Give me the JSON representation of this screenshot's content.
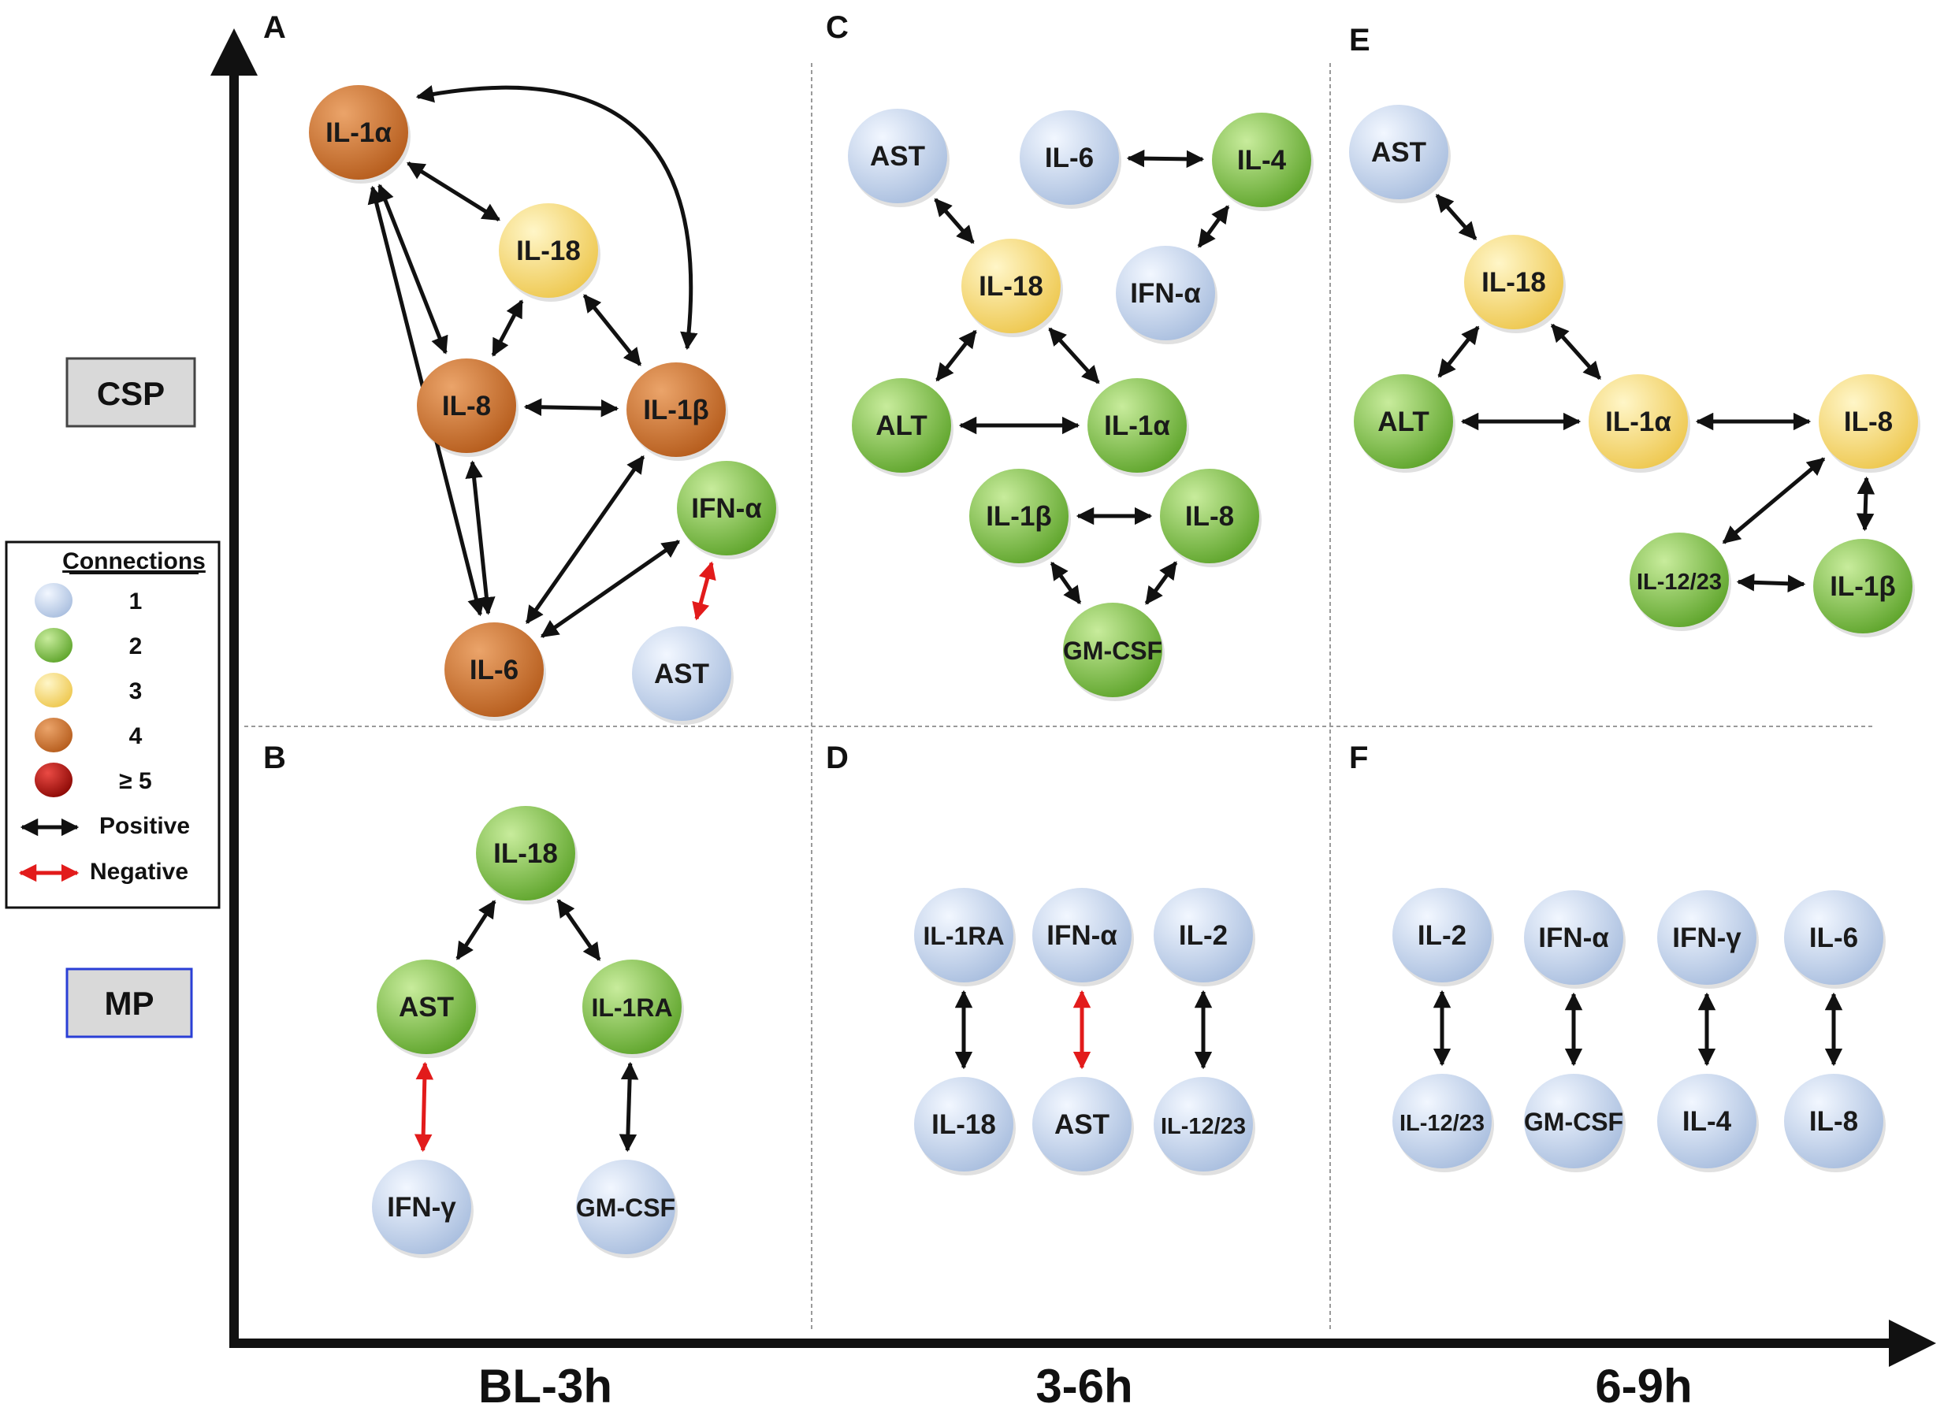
{
  "group_labels": {
    "csp": "CSP",
    "mp": "MP"
  },
  "time_labels": [
    "BL-3h",
    "3-6h",
    "6-9h"
  ],
  "panels": [
    "A",
    "B",
    "C",
    "D",
    "E",
    "F"
  ],
  "legend": {
    "title": "Connections",
    "items": [
      {
        "label": "1",
        "level": 1
      },
      {
        "label": "2",
        "level": 2
      },
      {
        "label": "3",
        "level": 3
      },
      {
        "label": "4",
        "level": 4
      },
      {
        "label": "≥ 5",
        "level": 5
      }
    ],
    "positive": "Positive",
    "negative": "Negative"
  },
  "colors": {
    "level1": "#c6d7ee",
    "level2": "#7bc143",
    "level3": "#f5d777",
    "level4": "#cc6e2a",
    "level5": "#b3110c",
    "positive": "#111111",
    "negative": "#e21b1b"
  },
  "nodes": {
    "A_IL1a": {
      "label": "IL-1α",
      "level": 4
    },
    "A_IL18": {
      "label": "IL-18",
      "level": 3
    },
    "A_IL8": {
      "label": "IL-8",
      "level": 4
    },
    "A_IL1b": {
      "label": "IL-1β",
      "level": 4
    },
    "A_IFNa": {
      "label": "IFN-α",
      "level": 2
    },
    "A_IL6": {
      "label": "IL-6",
      "level": 4
    },
    "A_AST": {
      "label": "AST",
      "level": 1
    },
    "B_IL18": {
      "label": "IL-18",
      "level": 2
    },
    "B_AST": {
      "label": "AST",
      "level": 2
    },
    "B_IL1RA": {
      "label": "IL-1RA",
      "level": 2
    },
    "B_IFNg": {
      "label": "IFN-γ",
      "level": 1
    },
    "B_GMCSF": {
      "label": "GM-CSF",
      "level": 1
    },
    "C_AST": {
      "label": "AST",
      "level": 1
    },
    "C_IL6": {
      "label": "IL-6",
      "level": 1
    },
    "C_IL4": {
      "label": "IL-4",
      "level": 2
    },
    "C_IL18": {
      "label": "IL-18",
      "level": 3
    },
    "C_IFNa": {
      "label": "IFN-α",
      "level": 1
    },
    "C_ALT": {
      "label": "ALT",
      "level": 2
    },
    "C_IL1a": {
      "label": "IL-1α",
      "level": 2
    },
    "C_IL1b": {
      "label": "IL-1β",
      "level": 2
    },
    "C_IL8": {
      "label": "IL-8",
      "level": 2
    },
    "C_GMCSF": {
      "label": "GM-CSF",
      "level": 2
    },
    "D_IL1RA": {
      "label": "IL-1RA",
      "level": 1
    },
    "D_IFNa": {
      "label": "IFN-α",
      "level": 1
    },
    "D_IL2": {
      "label": "IL-2",
      "level": 1
    },
    "D_IL18": {
      "label": "IL-18",
      "level": 1
    },
    "D_AST": {
      "label": "AST",
      "level": 1
    },
    "D_IL1223": {
      "label": "IL-12/23",
      "level": 1
    },
    "E_AST": {
      "label": "AST",
      "level": 1
    },
    "E_IL18": {
      "label": "IL-18",
      "level": 3
    },
    "E_ALT": {
      "label": "ALT",
      "level": 2
    },
    "E_IL1a": {
      "label": "IL-1α",
      "level": 3
    },
    "E_IL8": {
      "label": "IL-8",
      "level": 3
    },
    "E_IL1223": {
      "label": "IL-12/23",
      "level": 2
    },
    "E_IL1b": {
      "label": "IL-1β",
      "level": 2
    },
    "F_IL2": {
      "label": "IL-2",
      "level": 1
    },
    "F_IFNa": {
      "label": "IFN-α",
      "level": 1
    },
    "F_IFNg": {
      "label": "IFN-γ",
      "level": 1
    },
    "F_IL6": {
      "label": "IL-6",
      "level": 1
    },
    "F_IL1223": {
      "label": "IL-12/23",
      "level": 1
    },
    "F_GMCSF": {
      "label": "GM-CSF",
      "level": 1
    },
    "F_IL4": {
      "label": "IL-4",
      "level": 1
    },
    "F_IL8": {
      "label": "IL-8",
      "level": 1
    }
  },
  "edges": [
    {
      "from": "A_IL1a",
      "to": "A_IL18",
      "type": "positive"
    },
    {
      "from": "A_IL1a",
      "to": "A_IL8",
      "type": "positive"
    },
    {
      "from": "A_IL1a",
      "to": "A_IL6",
      "type": "positive"
    },
    {
      "from": "A_IL1a",
      "to": "A_IL1b",
      "type": "positive",
      "curved": true
    },
    {
      "from": "A_IL18",
      "to": "A_IL8",
      "type": "positive"
    },
    {
      "from": "A_IL18",
      "to": "A_IL1b",
      "type": "positive"
    },
    {
      "from": "A_IL8",
      "to": "A_IL1b",
      "type": "positive"
    },
    {
      "from": "A_IL8",
      "to": "A_IL6",
      "type": "positive"
    },
    {
      "from": "A_IL1b",
      "to": "A_IL6",
      "type": "positive"
    },
    {
      "from": "A_IFNa",
      "to": "A_IL6",
      "type": "positive"
    },
    {
      "from": "A_IFNa",
      "to": "A_AST",
      "type": "negative"
    },
    {
      "from": "B_IL18",
      "to": "B_AST",
      "type": "positive"
    },
    {
      "from": "B_IL18",
      "to": "B_IL1RA",
      "type": "positive"
    },
    {
      "from": "B_AST",
      "to": "B_IFNg",
      "type": "negative"
    },
    {
      "from": "B_IL1RA",
      "to": "B_GMCSF",
      "type": "positive"
    },
    {
      "from": "C_AST",
      "to": "C_IL18",
      "type": "positive"
    },
    {
      "from": "C_IL6",
      "to": "C_IL4",
      "type": "positive"
    },
    {
      "from": "C_IL4",
      "to": "C_IFNa",
      "type": "positive"
    },
    {
      "from": "C_IL18",
      "to": "C_ALT",
      "type": "positive"
    },
    {
      "from": "C_IL18",
      "to": "C_IL1a",
      "type": "positive"
    },
    {
      "from": "C_ALT",
      "to": "C_IL1a",
      "type": "positive"
    },
    {
      "from": "C_IL1b",
      "to": "C_IL8",
      "type": "positive"
    },
    {
      "from": "C_IL1b",
      "to": "C_GMCSF",
      "type": "positive"
    },
    {
      "from": "C_IL8",
      "to": "C_GMCSF",
      "type": "positive"
    },
    {
      "from": "D_IL1RA",
      "to": "D_IL18",
      "type": "positive"
    },
    {
      "from": "D_IFNa",
      "to": "D_AST",
      "type": "negative"
    },
    {
      "from": "D_IL2",
      "to": "D_IL1223",
      "type": "positive"
    },
    {
      "from": "E_AST",
      "to": "E_IL18",
      "type": "positive"
    },
    {
      "from": "E_IL18",
      "to": "E_ALT",
      "type": "positive"
    },
    {
      "from": "E_IL18",
      "to": "E_IL1a",
      "type": "positive"
    },
    {
      "from": "E_ALT",
      "to": "E_IL1a",
      "type": "positive"
    },
    {
      "from": "E_IL1a",
      "to": "E_IL8",
      "type": "positive"
    },
    {
      "from": "E_IL8",
      "to": "E_IL1223",
      "type": "positive"
    },
    {
      "from": "E_IL8",
      "to": "E_IL1b",
      "type": "positive"
    },
    {
      "from": "E_IL1223",
      "to": "E_IL1b",
      "type": "positive"
    },
    {
      "from": "F_IL2",
      "to": "F_IL1223",
      "type": "positive"
    },
    {
      "from": "F_IFNa",
      "to": "F_GMCSF",
      "type": "positive"
    },
    {
      "from": "F_IFNg",
      "to": "F_IL4",
      "type": "positive"
    },
    {
      "from": "F_IL6",
      "to": "F_IL8",
      "type": "positive"
    }
  ]
}
